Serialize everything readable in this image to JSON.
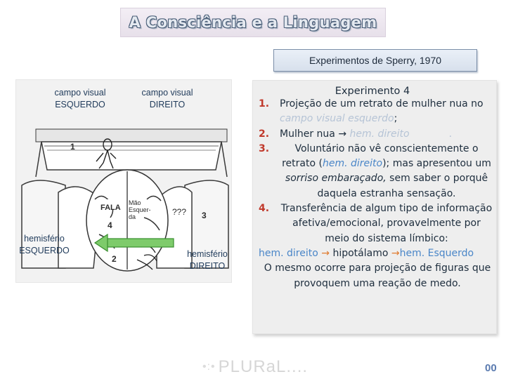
{
  "title": "A Consciência e a Linguagem",
  "subtitle": "Experimentos de Sperry, 1970",
  "figure": {
    "left_visual_field": "campo visual\nESQUERDO",
    "right_visual_field": "campo visual\nDIREITO",
    "left_hemisphere": "hemisfério\nESQUERDO",
    "right_hemisphere": "hemisfério\nDIREITO",
    "marker_1": "1",
    "marker_2": "2",
    "marker_3": "3",
    "marker_4": "4",
    "question": "???",
    "fala": "FALA",
    "brain_text": "Mão\nEsquer-\nda",
    "arrow_color": "#3fb23f"
  },
  "experiment": {
    "heading": "Experimento 4",
    "items": [
      {
        "n": "1.",
        "a": "Projeção de um retrato de mulher nua no ",
        "b": "campo visual esquerdo",
        "c": ";"
      },
      {
        "n": "2.",
        "a": "Mulher nua ",
        "arrow": "→",
        "b": " hem. direito",
        "c": "."
      },
      {
        "n": "3.",
        "a": "Voluntário não vê conscientemente o retrato (",
        "b": "hem. direito",
        "c": "); mas apresentou um ",
        "d": "sorriso embaraçado,",
        "e": " sem saber o porquê daquela estranha sensação."
      },
      {
        "n": "4.",
        "a": "Transferência de algum tipo de informação afetiva/emocional, provavelmente por meio do sistema límbico:"
      }
    ],
    "path_a": "hem. direito",
    "path_b": " hipotálamo ",
    "path_c": "hem. Esquerdo",
    "path_arrow": "→",
    "closing": "O mesmo ocorre para projeção de figuras que provoquem uma reação de medo."
  },
  "logo": "PLURaL....",
  "logo_dots": "•:•",
  "page_number": "00"
}
